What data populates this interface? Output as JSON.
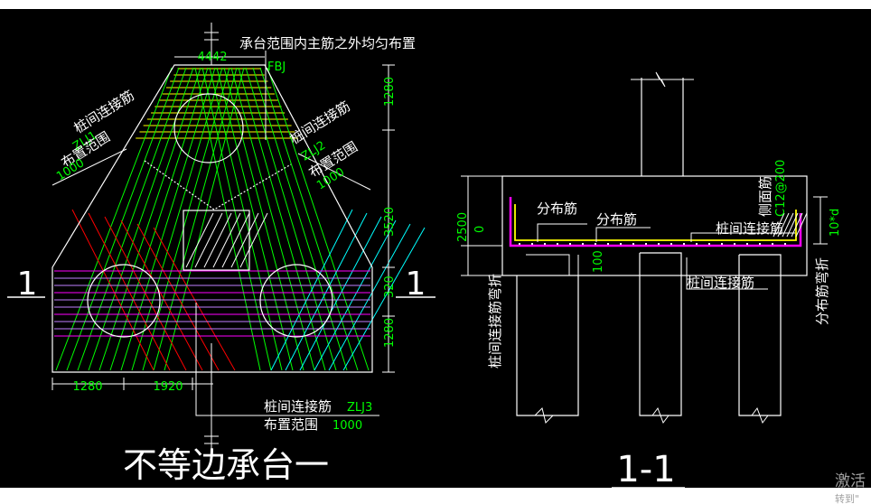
{
  "colors": {
    "background": "#000000",
    "frame": "#ffffff",
    "line": "#ffffff",
    "green": "#00ff00",
    "yellow": "#ffff00",
    "cyan": "#00ffff",
    "red": "#ff0000",
    "magenta": "#ff00ff",
    "text_white": "#ffffff",
    "text_green": "#00ff00",
    "watermark": "#a0a0a0"
  },
  "plan": {
    "note_top": "承台范围内主筋之外均匀布置",
    "fbj": "FBJ",
    "dim_top": "4442",
    "dim_right": [
      "1280",
      "3520",
      "320",
      "1280"
    ],
    "dim_bottom": [
      "1280",
      "1920"
    ],
    "left_label": {
      "line1": "桩间连接筋",
      "code": "ZLJ1",
      "line3": "布置范围",
      "value": "1000"
    },
    "right_label": {
      "line1": "桩间连接筋",
      "code": "ZLJ2",
      "line3": "布置范围",
      "value": "1000"
    },
    "bottom_label": {
      "line1": "桩间连接筋",
      "code": "ZLJ3",
      "line2": "布置范围",
      "value": "1000"
    },
    "section_mark_left": "1",
    "section_mark_right": "1",
    "title": "不等边承台一"
  },
  "section": {
    "label_fenbu1": "分布筋",
    "label_fenbu2": "分布筋",
    "label_zhuangjian_top": "桩间连接筋",
    "label_zhuangjian_bottom": "桩间连接筋",
    "label_cemian": "侧面筋",
    "label_cemian_spec": "C12@200",
    "label_10d": "10*d",
    "label_fenbu_bend": "分布筋弯折",
    "label_zhuang_bend": "桩间连接筋弯折",
    "dim_2500": "2500",
    "dim_0": "0",
    "dim_100": "100",
    "title": "1-1"
  },
  "watermark": {
    "line1": "激活",
    "line2": "转到\""
  }
}
